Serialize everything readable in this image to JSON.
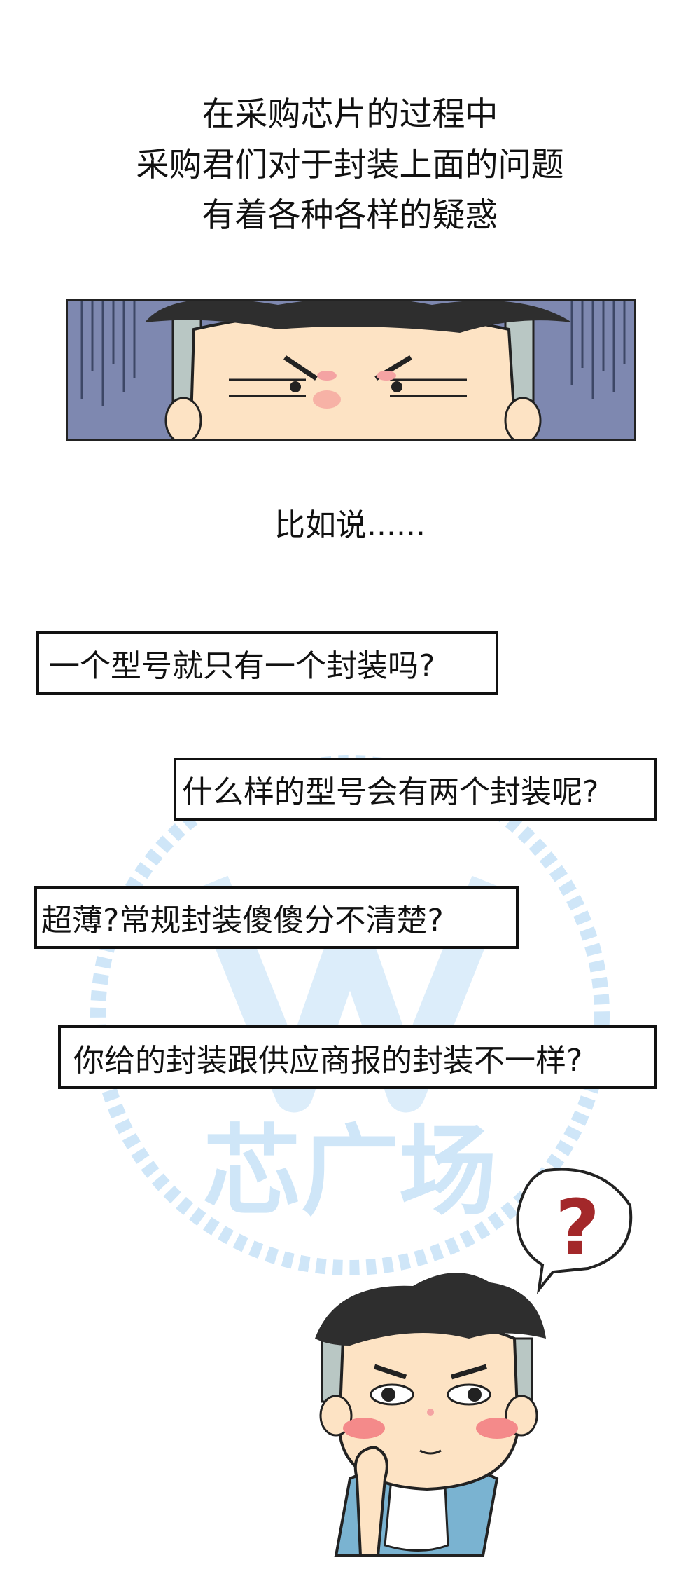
{
  "intro_lines": [
    "在采购芯片的过程中",
    "采购君们对于封装上面的问题",
    "有着各种各样的疑惑"
  ],
  "transition": "比如说......",
  "questions": [
    "一个型号就只有一个封装吗?",
    "什么样的型号会有两个封装呢?",
    "超薄?常规封装傻傻分不清楚?",
    "你给的封装跟供应商报的封装不一样?"
  ],
  "watermark": {
    "text": "芯广场",
    "color": "#cfe6f8"
  },
  "bubble_symbol": "?",
  "colors": {
    "panel_bg": "#7e88b0",
    "skin": "#fde3c4",
    "hair": "#2e2e2e",
    "shirt": "#7ab3d1",
    "question_mark": "#a3282a"
  }
}
